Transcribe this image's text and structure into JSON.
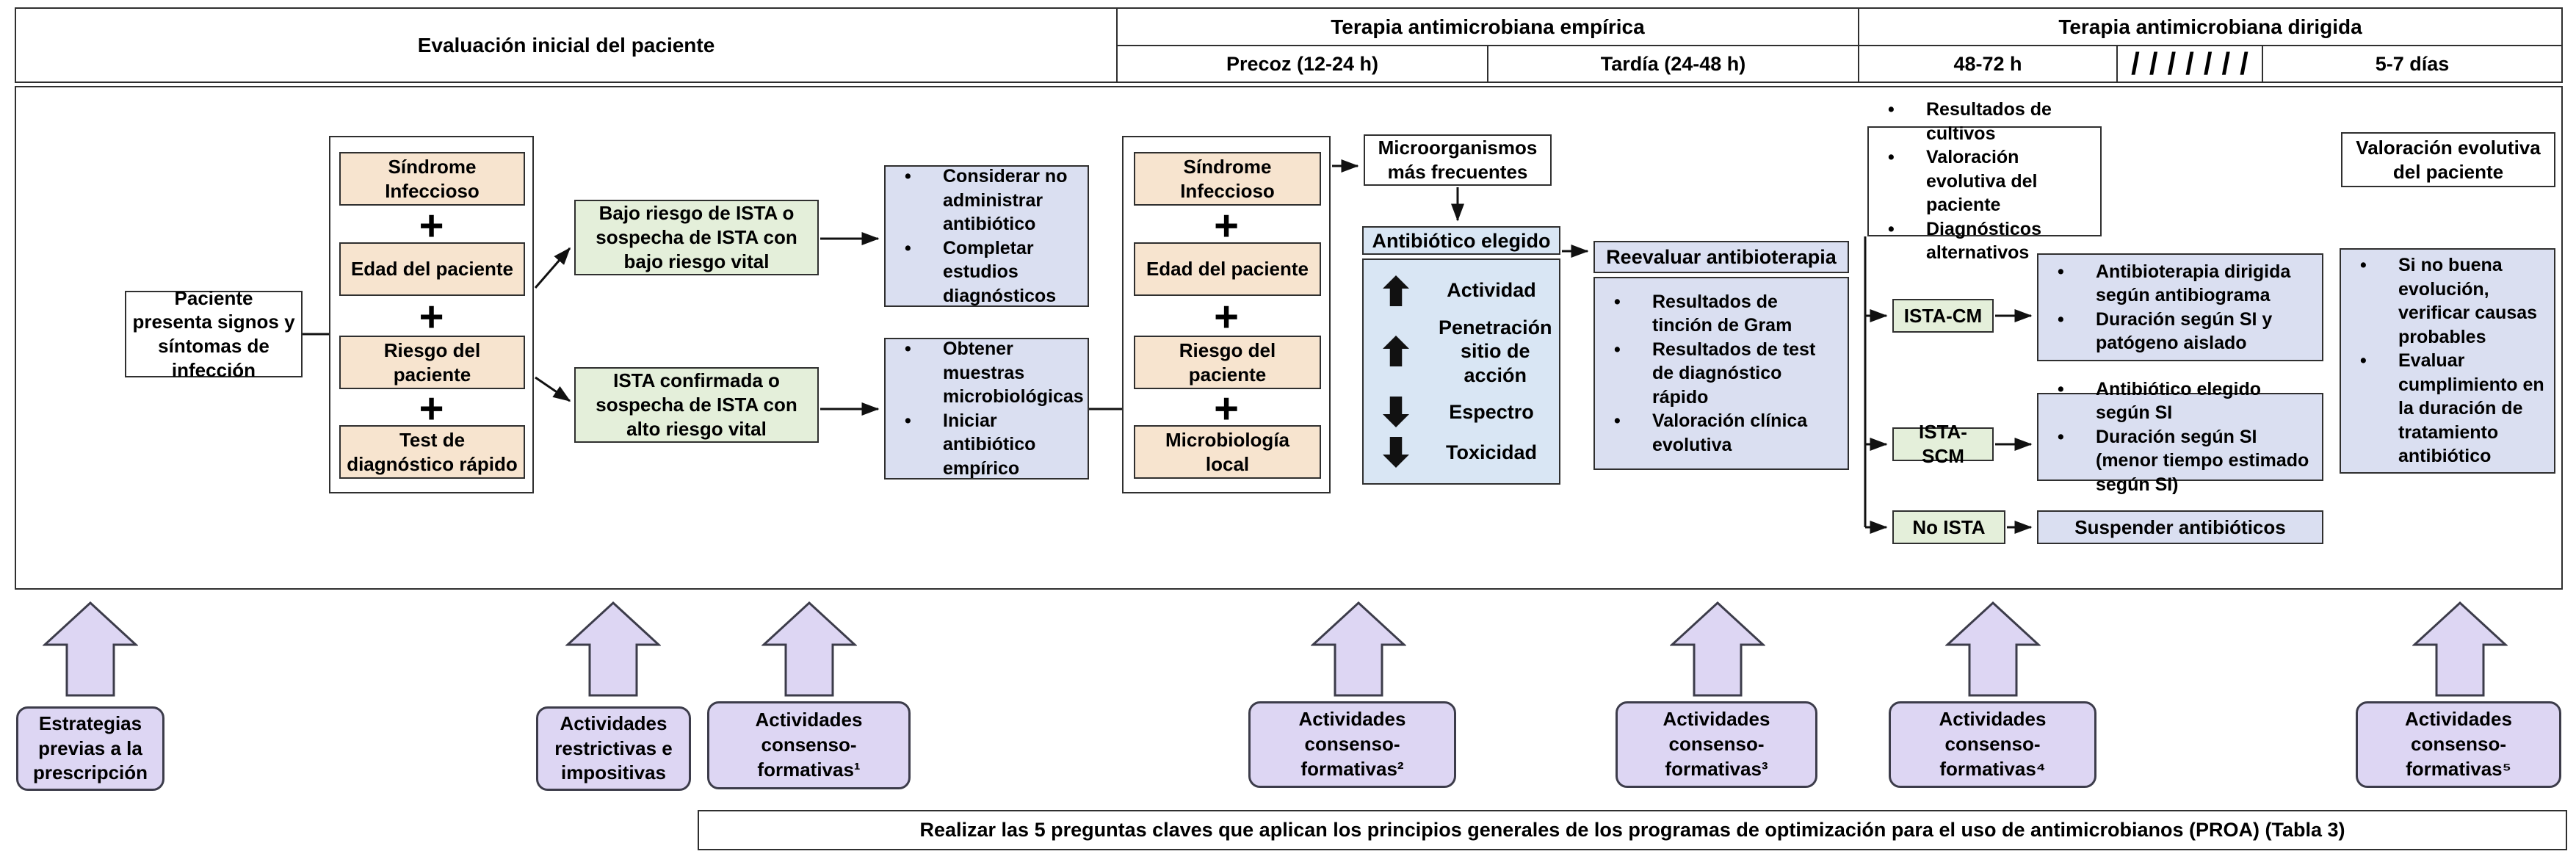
{
  "header": {
    "sections": [
      {
        "title": "Evaluación inicial del paciente",
        "subcells": []
      },
      {
        "title": "Terapia antimicrobiana empírica",
        "subcells": [
          "Precoz (12-24 h)",
          "Tardía (24-48 h)"
        ]
      },
      {
        "title": "Terapia antimicrobiana dirigida",
        "subcells": [
          "48-72 h",
          "///////",
          "5-7 días"
        ]
      }
    ]
  },
  "flowchart": {
    "plus_symbol": "+",
    "patient_box": "Paciente presenta signos y síntomas de infección",
    "criteria_initial": {
      "items": [
        "Síndrome Infeccioso",
        "Edad del paciente",
        "Riesgo del paciente",
        "Test de diagnóstico rápido"
      ]
    },
    "low_risk_box": "Bajo riesgo de ISTA o sospecha de ISTA con bajo riesgo vital",
    "high_risk_box": "ISTA confirmada o sospecha de ISTA con alto riesgo vital",
    "low_risk_actions": [
      "Considerar no administrar antibiótico",
      "Completar estudios diagnósticos"
    ],
    "high_risk_actions": [
      "Obtener muestras microbiológicas",
      "Iniciar antibiótico empírico"
    ],
    "criteria_empiric": {
      "items": [
        "Síndrome Infeccioso",
        "Edad del paciente",
        "Riesgo del paciente",
        "Microbiología local"
      ]
    },
    "microorganisms_box": "Microorganismos más frecuentes",
    "antibiotic_chosen": {
      "title": "Antibiótico elegido",
      "factors": [
        {
          "direction": "up",
          "label": "Actividad"
        },
        {
          "direction": "up",
          "label": "Penetración sitio de acción"
        },
        {
          "direction": "down",
          "label": "Espectro"
        },
        {
          "direction": "down",
          "label": "Toxicidad"
        }
      ]
    },
    "reevaluate": {
      "title": "Reevaluar antibioterapia",
      "items": [
        "Resultados de tinción de Gram",
        "Resultados de test de diagnóstico rápido",
        "Valoración clínica evolutiva"
      ]
    },
    "directed_inputs": [
      "Resultados de cultivos",
      "Valoración evolutiva del paciente",
      "Diagnósticos alternativos"
    ],
    "branches": [
      {
        "label": "ISTA-CM",
        "actions": [
          "Antibioterapia dirigida según antibiograma",
          "Duración según SI y patógeno aislado"
        ]
      },
      {
        "label": "ISTA-SCM",
        "actions": [
          "Antibiótico elegido según SI",
          "Duración según SI (menor tiempo estimado según SI)"
        ]
      },
      {
        "label": "No ISTA",
        "actions": [
          "Suspender antibióticos"
        ]
      }
    ],
    "evolution_box": "Valoración evolutiva del paciente",
    "evolution_actions": [
      "Si no buena evolución, verificar causas probables",
      "Evaluar cumplimiento en la duración de tratamiento antibiótico"
    ]
  },
  "strategies": [
    "Estrategias previas a la prescripción",
    "Actividades restrictivas e impositivas",
    "Actividades consenso-formativas¹",
    "Actividades consenso-formativas²",
    "Actividades consenso-formativas³",
    "Actividades consenso-formativas⁴",
    "Actividades consenso-formativas⁵"
  ],
  "banner": "Realizar las 5 preguntas claves que aplican los principios generales de los programas de optimización para el uso de antimicrobianos (PROA) (Tabla 3)",
  "colors": {
    "tan": "#f7e4cf",
    "green": "#e4efda",
    "blue_panel": "#dadff1",
    "light_blue_panel": "#d9e6f4",
    "purple": "#ddd6f3",
    "border": "#2f2f2f"
  }
}
